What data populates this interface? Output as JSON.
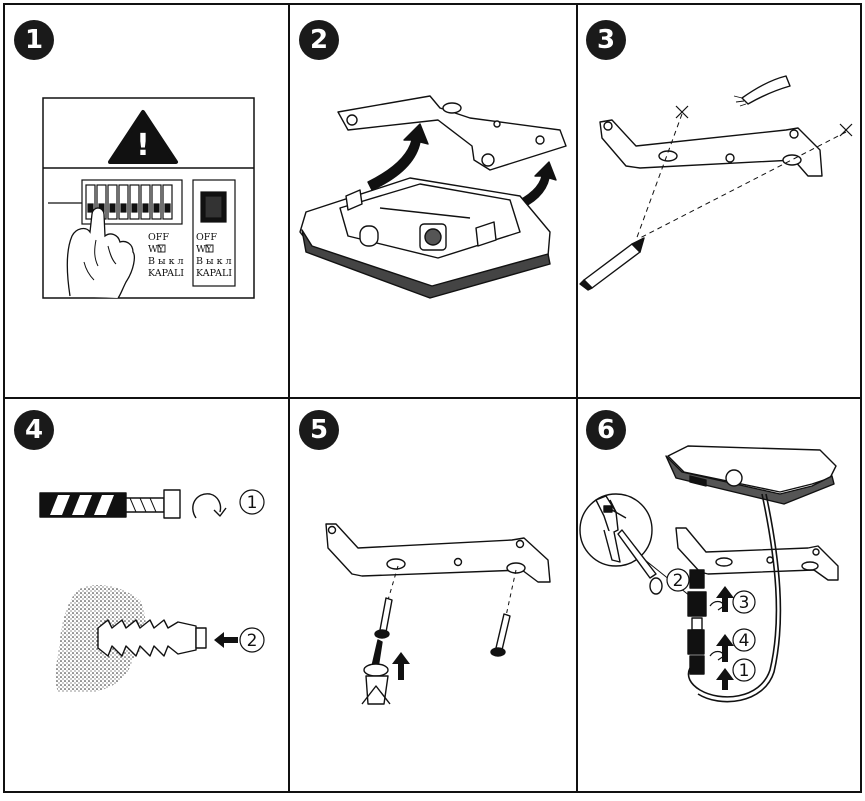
{
  "steps": [
    {
      "number": "1"
    },
    {
      "number": "2"
    },
    {
      "number": "3"
    },
    {
      "number": "4"
    },
    {
      "number": "5"
    },
    {
      "number": "6"
    }
  ],
  "step1": {
    "warning_mark": "!",
    "label_off": "OFF",
    "label_wy": "WY",
    "label_vykl": "В ы к л",
    "label_kapali": "KAPALI"
  },
  "step4": {
    "callout_1": "1",
    "callout_2": "2"
  },
  "step6": {
    "callout_1": "1",
    "callout_2": "2",
    "callout_3": "3",
    "callout_4": "4"
  },
  "colors": {
    "line": "#111111",
    "badge": "#1a1a1a",
    "background": "#ffffff"
  }
}
